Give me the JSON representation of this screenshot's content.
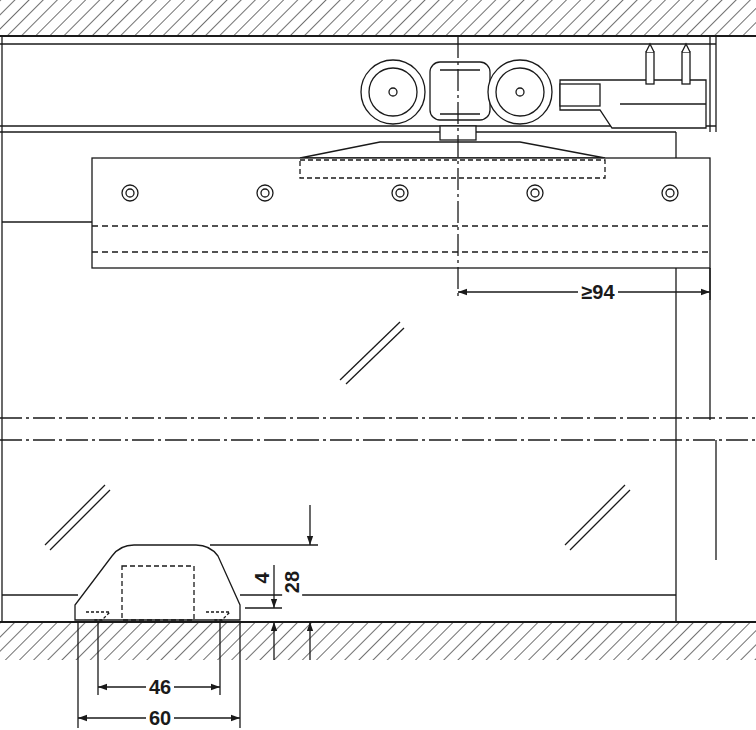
{
  "diagram": {
    "labels": [
      "≥94",
      "4",
      "28",
      "46",
      "60"
    ]
  }
}
